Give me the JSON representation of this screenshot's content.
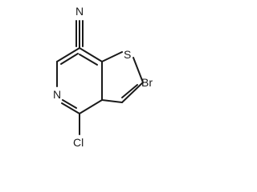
{
  "molecule": {
    "atoms": {
      "nitrile_n": "N",
      "sulfur": "S",
      "bromine": "Br",
      "ring_n": "N",
      "chlorine": "Cl"
    },
    "colors": {
      "ink": "#1a1a1a",
      "background": "#ffffff"
    }
  }
}
